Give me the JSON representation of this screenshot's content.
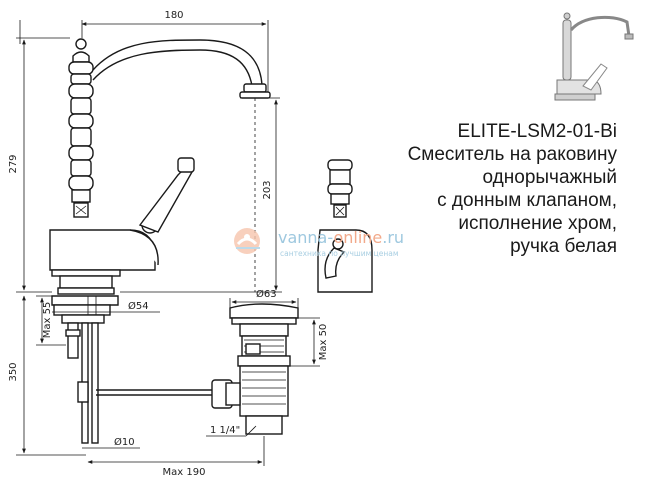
{
  "product": {
    "model": "ELITE-LSM2-01-Bi",
    "description": [
      "Смеситель на раковину",
      "однорычажный",
      "с донным клапаном,",
      "исполнение хром,",
      "ручка белая"
    ]
  },
  "watermark": {
    "site_main": "vanna-",
    "site_accent": "online",
    "site_tld": ".ru",
    "tagline": "сантехника по лучшим ценам"
  },
  "dimensions": {
    "spout_reach": "180",
    "total_height": "279",
    "spout_height": "203",
    "base_diameter": "Ø54",
    "max_deck_thickness": "Max 55",
    "rod_length": "350",
    "rod_diameter": "Ø10",
    "max_rod_reach": "Max 190",
    "drain_diameter": "Ø63",
    "drain_max_height": "Max 50",
    "drain_thread": "1 1/4\""
  },
  "colors": {
    "line": "#1a1a1a",
    "watermark_blue": "#9ec8df",
    "watermark_orange": "#f2a98a"
  }
}
